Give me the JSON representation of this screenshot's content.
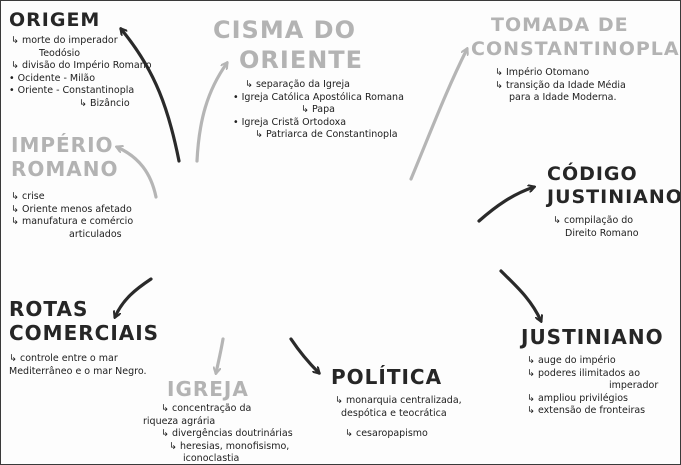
{
  "nodes": {
    "origem": {
      "title": [
        "ORIGEM"
      ],
      "items": [
        {
          "style": "sub",
          "text": "morte do imperador"
        },
        {
          "style": "plain",
          "text": "Teodósio"
        },
        {
          "style": "sub",
          "text": "divisão do Império Romano"
        },
        {
          "style": "dot",
          "text": "Ocidente - Milão"
        },
        {
          "style": "dot",
          "text": "Oriente - Constantinopla"
        },
        {
          "style": "sub",
          "text": "Bizâncio"
        }
      ]
    },
    "imperio_romano": {
      "title": [
        "IMPÉRIO",
        "ROMANO"
      ],
      "items": [
        {
          "style": "sub",
          "text": "crise"
        },
        {
          "style": "sub",
          "text": "Oriente menos afetado"
        },
        {
          "style": "sub",
          "text": "manufatura e comércio"
        },
        {
          "style": "plain",
          "text": "articulados"
        }
      ]
    },
    "cisma": {
      "title": [
        "CISMA DO",
        "ORIENTE"
      ],
      "items": [
        {
          "style": "sub",
          "text": "separação da Igreja"
        },
        {
          "style": "dot",
          "text": "Igreja Católica Apostólica Romana"
        },
        {
          "style": "sub",
          "text": "Papa"
        },
        {
          "style": "dot",
          "text": "Igreja Cristã Ortodoxa"
        },
        {
          "style": "sub",
          "text": "Patriarca de Constantinopla"
        }
      ]
    },
    "tomada": {
      "title": [
        "TOMADA DE",
        "CONSTANTINOPLA"
      ],
      "items": [
        {
          "style": "sub",
          "text": "Império Otomano"
        },
        {
          "style": "sub",
          "text": "transição da Idade Média"
        },
        {
          "style": "plain",
          "text": "para a Idade Moderna."
        }
      ]
    },
    "codigo": {
      "title": [
        "CÓDIGO",
        "JUSTINIANO"
      ],
      "items": [
        {
          "style": "sub",
          "text": "compilação do"
        },
        {
          "style": "plain",
          "text": "Direito Romano"
        }
      ]
    },
    "justiniano": {
      "title": [
        "JUSTINIANO"
      ],
      "items": [
        {
          "style": "sub",
          "text": "auge do império"
        },
        {
          "style": "sub",
          "text": "poderes ilimitados ao"
        },
        {
          "style": "plain",
          "text": "imperador"
        },
        {
          "style": "sub",
          "text": "ampliou privilégios"
        },
        {
          "style": "sub",
          "text": "extensão de fronteiras"
        }
      ]
    },
    "politica": {
      "title": [
        "POLÍTICA"
      ],
      "items": [
        {
          "style": "sub",
          "text": "monarquia centralizada,"
        },
        {
          "style": "plain",
          "text": "despótica e teocrática"
        },
        {
          "style": "sub",
          "text": "cesaropapismo"
        }
      ]
    },
    "igreja": {
      "title": [
        "IGREJA"
      ],
      "items": [
        {
          "style": "sub",
          "text": "concentração da"
        },
        {
          "style": "plain",
          "text": "riqueza agrária"
        },
        {
          "style": "sub",
          "text": "divergências doutrinárias"
        },
        {
          "style": "sub",
          "text": "heresias, monofisismo,"
        },
        {
          "style": "plain",
          "text": "iconoclastia"
        }
      ]
    },
    "rotas": {
      "title": [
        "ROTAS",
        "COMERCIAIS"
      ],
      "items": [
        {
          "style": "sub",
          "text": "controle entre o mar"
        },
        {
          "style": "plain",
          "text": "Mediterrâneo e o mar Negro."
        }
      ]
    }
  },
  "colors": {
    "dark_ink": "#262626",
    "light_ink": "#b3b3b3"
  }
}
